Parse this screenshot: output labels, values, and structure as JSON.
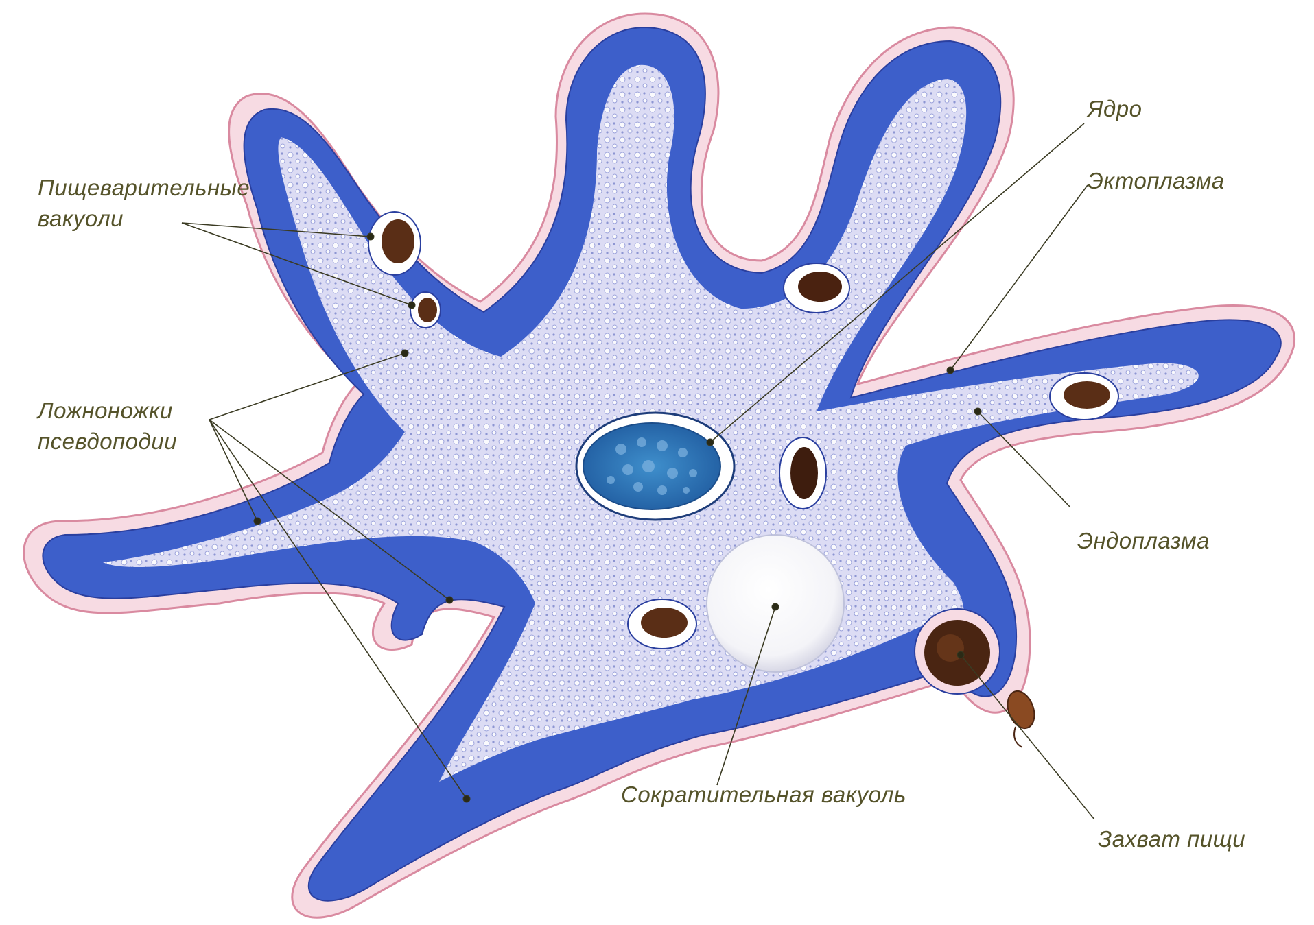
{
  "colors": {
    "background": "#ffffff",
    "ectoplasm_blue": "#3b5fc9",
    "ectoplasm_dark": "#2c43a6",
    "endoplasm_light": "#dcdcf4",
    "membrane_pink": "#f2b8c6",
    "membrane_red": "#d9506e",
    "nucleus": "#2f73b8",
    "food": "#5a2e16",
    "label_text": "#55532a",
    "leader_line": "#3a3a22"
  },
  "labels": {
    "digestive_vacuoles_line1": "Пищеварительные",
    "digestive_vacuoles_line2": "вакуоли",
    "pseudopodia_line1": "Ложноножки",
    "pseudopodia_line2": "псевдоподии",
    "nucleus": "Ядро",
    "ectoplasm": "Эктоплазма",
    "endoplasm": "Эндоплазма",
    "contractile_vacuole": "Сократительная  вакуоль",
    "food_capture": "Захват  пищи"
  }
}
